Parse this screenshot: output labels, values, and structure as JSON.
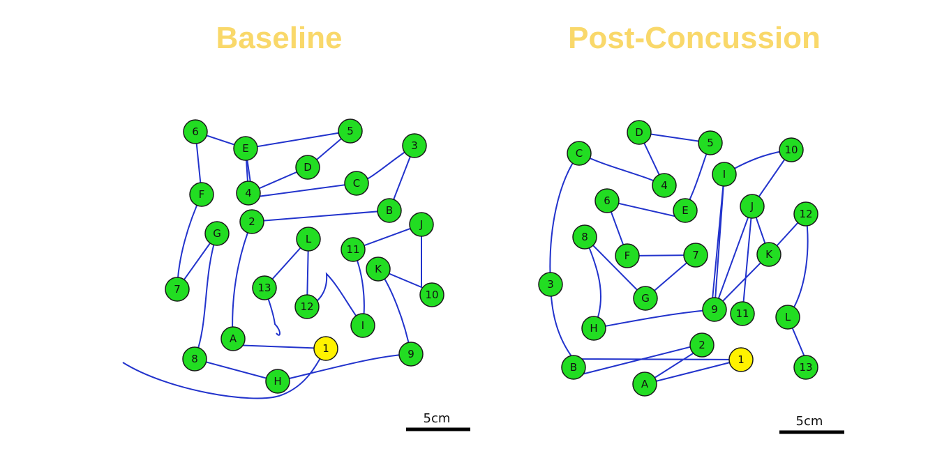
{
  "colors": {
    "title": "#F9D86A",
    "node_default": "#22DD22",
    "node_start": "#FFF200",
    "node_stroke": "#1a1a1a",
    "path": "#2233CC",
    "scale_bar": "#000000"
  },
  "panels": [
    {
      "title": "Baseline",
      "scale_label": "5cm",
      "nodes": [
        {
          "label": "6"
        },
        {
          "label": "E"
        },
        {
          "label": "5"
        },
        {
          "label": "3"
        },
        {
          "label": "D"
        },
        {
          "label": "F"
        },
        {
          "label": "4"
        },
        {
          "label": "C"
        },
        {
          "label": "B"
        },
        {
          "label": "G"
        },
        {
          "label": "2"
        },
        {
          "label": "J"
        },
        {
          "label": "L"
        },
        {
          "label": "11"
        },
        {
          "label": "K"
        },
        {
          "label": "7"
        },
        {
          "label": "13"
        },
        {
          "label": "12"
        },
        {
          "label": "10"
        },
        {
          "label": "I"
        },
        {
          "label": "A"
        },
        {
          "label": "1",
          "start": true
        },
        {
          "label": "9"
        },
        {
          "label": "8"
        },
        {
          "label": "H"
        }
      ]
    },
    {
      "title": "Post-Concussion",
      "scale_label": "5cm",
      "nodes": [
        {
          "label": "D"
        },
        {
          "label": "5"
        },
        {
          "label": "C"
        },
        {
          "label": "10"
        },
        {
          "label": "4"
        },
        {
          "label": "I"
        },
        {
          "label": "6"
        },
        {
          "label": "E"
        },
        {
          "label": "J"
        },
        {
          "label": "12"
        },
        {
          "label": "8"
        },
        {
          "label": "F"
        },
        {
          "label": "7"
        },
        {
          "label": "K"
        },
        {
          "label": "3"
        },
        {
          "label": "G"
        },
        {
          "label": "9"
        },
        {
          "label": "11"
        },
        {
          "label": "L"
        },
        {
          "label": "H"
        },
        {
          "label": "2"
        },
        {
          "label": "1",
          "start": true
        },
        {
          "label": "B"
        },
        {
          "label": "13"
        },
        {
          "label": "A"
        }
      ]
    }
  ]
}
